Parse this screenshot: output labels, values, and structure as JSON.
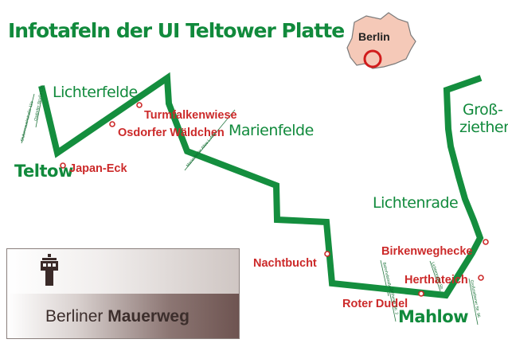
{
  "title": "Infotafeln der UI Teltower Platte",
  "inset": {
    "label": "Berlin"
  },
  "places": {
    "lichterfelde": "Lichterfelde",
    "teltow": "Teltow",
    "marienfelde": "Marienfelde",
    "lichtenrade": "Lichtenrade",
    "gross": "Groß-",
    "ziethen": "ziethen",
    "mahlow": "Mahlow"
  },
  "sites": {
    "turmfalkenwiese": "Turmfalkenwiese",
    "osdorfer": "Osdorfer Wäldchen",
    "japan_eck": "Japan-Eck",
    "nachtbucht": "Nachtbucht",
    "birkenweghecke": "Birkenweghecke",
    "herthateich": "Herthateich",
    "roter_dudel": "Roter Dudel"
  },
  "roads": {
    "r1": "Stubenrauchstraße 11a",
    "r2": "Osdorfer Straße L76",
    "r3": "Marienfelder Allee L-Ahe",
    "r4": "Bahnhofstraße 1",
    "r5": "Lichtenrader Str.",
    "r6": "Großziethener Str. 96",
    "r7": "Ziethener Str. 2"
  },
  "logo": {
    "brand_regular": "Berliner",
    "brand_bold": "Mauerweg"
  },
  "colors": {
    "route": "#148e3e",
    "label_green": "#118a3c",
    "label_red": "#cc2a2a",
    "berlin_fill": "#f5c9b8"
  }
}
